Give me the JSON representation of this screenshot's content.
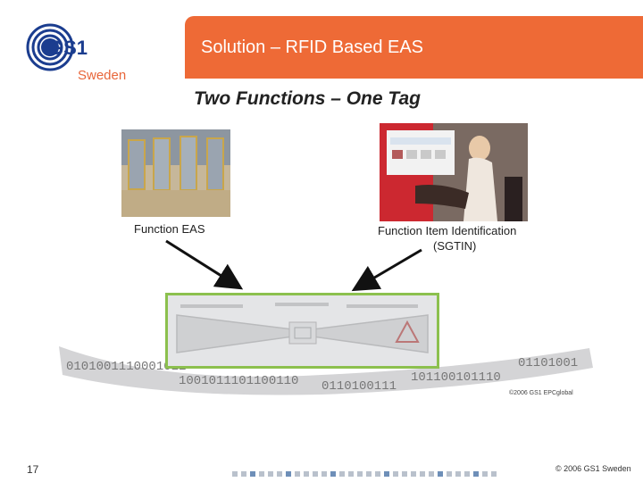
{
  "header": {
    "logo_name": "gs1-logo",
    "sub": "Sweden",
    "title": "Solution – RFID Based EAS"
  },
  "main": {
    "subtitle": "Two Functions – One Tag",
    "left_caption": "Function EAS",
    "right_caption_line1": "Function Item Identification",
    "right_caption_line2": "(SGTIN)",
    "image_copyright": "©2006 GS1 EPCglobal"
  },
  "footer": {
    "page_number": "17",
    "copyright": "© 2006 GS1 Sweden"
  },
  "colors": {
    "accent_orange": "#ee6a36",
    "logo_blue": "#1b3d8f",
    "tag_border_green": "#8cc04e"
  }
}
